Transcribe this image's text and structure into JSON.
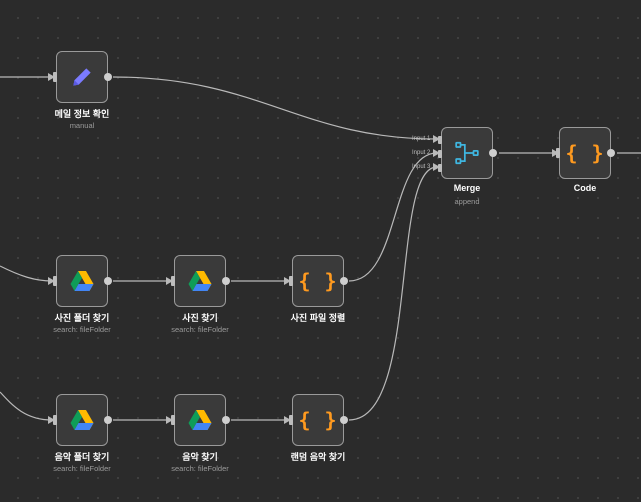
{
  "canvas": {
    "background": "#2b2b2b",
    "edge_color": "#b9b9b9",
    "node_border": "#9a9a9a",
    "accent_code": "#ff9a1f",
    "accent_edit": "#7b7bff",
    "accent_merge": "#3fb6e0"
  },
  "nodes": {
    "edit_info": {
      "title": "메일 정보 확인",
      "subtitle": "manual",
      "icon": "pencil-icon"
    },
    "merge": {
      "title": "Merge",
      "subtitle": "append",
      "icon": "merge-icon",
      "inputs": [
        "Input 1",
        "Input 2",
        "Input 3"
      ]
    },
    "code": {
      "title": "Code",
      "subtitle": "",
      "icon": "code-braces-icon"
    },
    "photo_folder": {
      "title": "사진 폴더 찾기",
      "subtitle": "search: fileFolder",
      "icon": "google-drive-icon"
    },
    "photo_find": {
      "title": "사진 찾기",
      "subtitle": "search: fileFolder",
      "icon": "google-drive-icon"
    },
    "photo_sort": {
      "title": "사진 파일 정렬",
      "subtitle": "",
      "icon": "code-braces-icon"
    },
    "music_folder": {
      "title": "음악 폴더 찾기",
      "subtitle": "search: fileFolder",
      "icon": "google-drive-icon"
    },
    "music_find": {
      "title": "음악 찾기",
      "subtitle": "search: fileFolder",
      "icon": "google-drive-icon"
    },
    "random_music": {
      "title": "랜덤 음악 찾기",
      "subtitle": "",
      "icon": "code-braces-icon"
    }
  },
  "code_symbol": "{ }"
}
